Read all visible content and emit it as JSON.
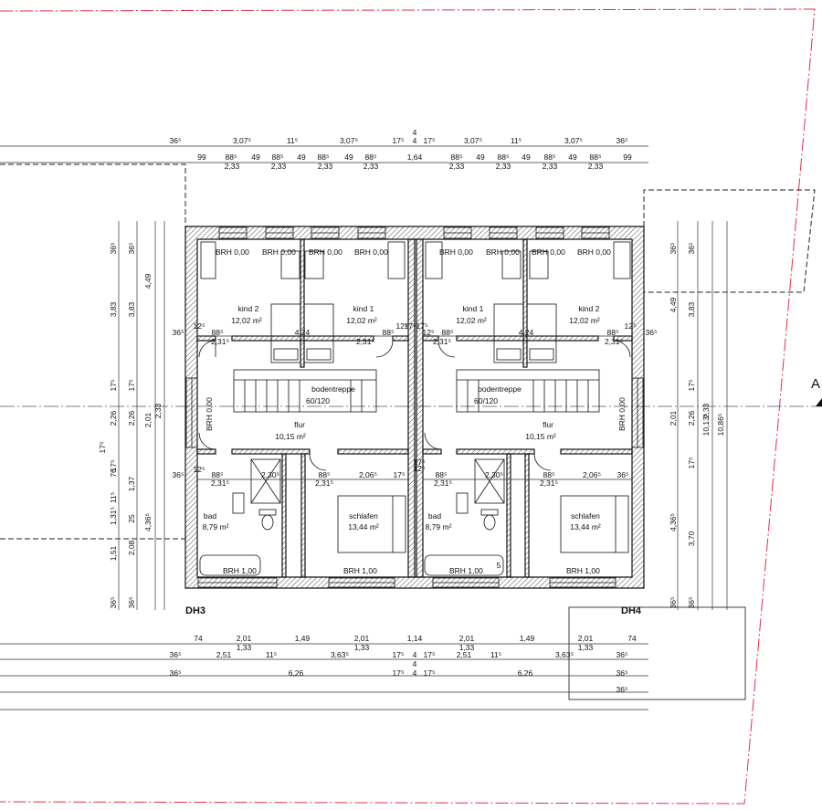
{
  "plan": {
    "houses": [
      {
        "label": "DH3"
      },
      {
        "label": "DH4"
      }
    ],
    "rooms": [
      {
        "name": "kind 2",
        "area": "12,02 m²"
      },
      {
        "name": "kind 1",
        "area": "12,02 m²"
      },
      {
        "name": "kind 1",
        "area": "12,02 m²"
      },
      {
        "name": "kind 2",
        "area": "12,02 m²"
      },
      {
        "name": "bodentreppe",
        "area": "60/120"
      },
      {
        "name": "bodentreppe",
        "area": "60/120"
      },
      {
        "name": "flur",
        "area": "10,15 m²"
      },
      {
        "name": "flur",
        "area": "10,15 m²"
      },
      {
        "name": "bad",
        "area": "8,79 m²"
      },
      {
        "name": "schlafen",
        "area": "13,44 m²"
      },
      {
        "name": "bad",
        "area": "8,79 m²"
      },
      {
        "name": "schlafen",
        "area": "13,44 m²"
      }
    ],
    "brh": {
      "top": "BRH 0,00",
      "side": "BRH 0,00",
      "bottom": "BRH 1,00"
    },
    "section_marker": "A",
    "dims": {
      "top_row1": [
        "36⁵",
        "3,07⁵",
        "11⁵",
        "3,07⁵",
        "17⁵",
        "4",
        "17⁵",
        "3,07⁵",
        "11⁵",
        "3,07⁵",
        "36⁵"
      ],
      "top_row2": [
        "99",
        "88⁵",
        "49",
        "88⁵",
        "49",
        "88⁵",
        "49",
        "88⁵",
        "1,64",
        "88⁵",
        "49",
        "88⁵",
        "49",
        "88⁵",
        "49",
        "88⁵",
        "99"
      ],
      "top_row2_sub": [
        "2,33",
        "2,33",
        "2,33",
        "2,33",
        "2,33",
        "2,33",
        "2,33",
        "2,33"
      ],
      "bottom_row1": [
        "74",
        "2,01",
        "1,49",
        "2,01",
        "1,14",
        "2,01",
        "1,49",
        "2,01",
        "74"
      ],
      "bottom_row1_sub": [
        "1,33",
        "1,33",
        "1,33",
        "1,33"
      ],
      "bottom_row2": [
        "36⁵",
        "2,51",
        "11⁵",
        "3,63⁵",
        "17⁵",
        "4",
        "17⁵",
        "2,51",
        "11⁵",
        "3,63⁵",
        "36⁵"
      ],
      "bottom_row3": [
        "36⁵",
        "6,26",
        "17⁵",
        "4",
        "17⁵",
        "6,26",
        "36⁵"
      ],
      "bottom_row4": [
        "36⁵"
      ],
      "left_col1": [
        "36⁵",
        "3,83",
        "17⁵",
        "2,26",
        "17⁵",
        "76",
        "11⁵",
        "1,31⁵",
        "1,51",
        "36⁵"
      ],
      "left_col2": [
        "36⁵",
        "3,83",
        "17⁵",
        "2,26",
        "1,37",
        "25",
        "2,08",
        "36⁵"
      ],
      "left_col3": [
        "4,49",
        "2,01",
        "4,36⁵"
      ],
      "left_col4": [
        "2,33"
      ],
      "left_far": [
        "17⁵"
      ],
      "right_col1": [
        "36⁵",
        "4,49",
        "2,01",
        "4,36⁵",
        "36⁵"
      ],
      "right_col2": [
        "36⁵",
        "3,83",
        "17⁵",
        "2,26",
        "17⁵",
        "3,70",
        "36⁵"
      ],
      "right_col3": [
        "2,33",
        "10,13⁵"
      ],
      "right_col4": [
        "10,86⁵"
      ],
      "inner": [
        "12⁵",
        "88⁵",
        "2,31⁵",
        "4,24",
        "88⁵",
        "12⁵",
        "2,31⁵",
        "17⁵",
        "17⁵",
        "12⁵",
        "88⁵",
        "2,31⁵",
        "4,24",
        "88⁵",
        "2,31⁵",
        "12⁵",
        "36⁵",
        "36⁵",
        "12⁵",
        "88⁵",
        "2,31⁵",
        "2,30⁵",
        "88⁵",
        "2,31⁵",
        "2,06⁵",
        "17⁵",
        "17⁵",
        "88⁵",
        "2,31⁵",
        "2,30⁵",
        "88⁵",
        "2,31⁵",
        "2,06⁵",
        "36⁵",
        "36⁵",
        "12⁵",
        "4",
        "4",
        "5"
      ]
    }
  }
}
